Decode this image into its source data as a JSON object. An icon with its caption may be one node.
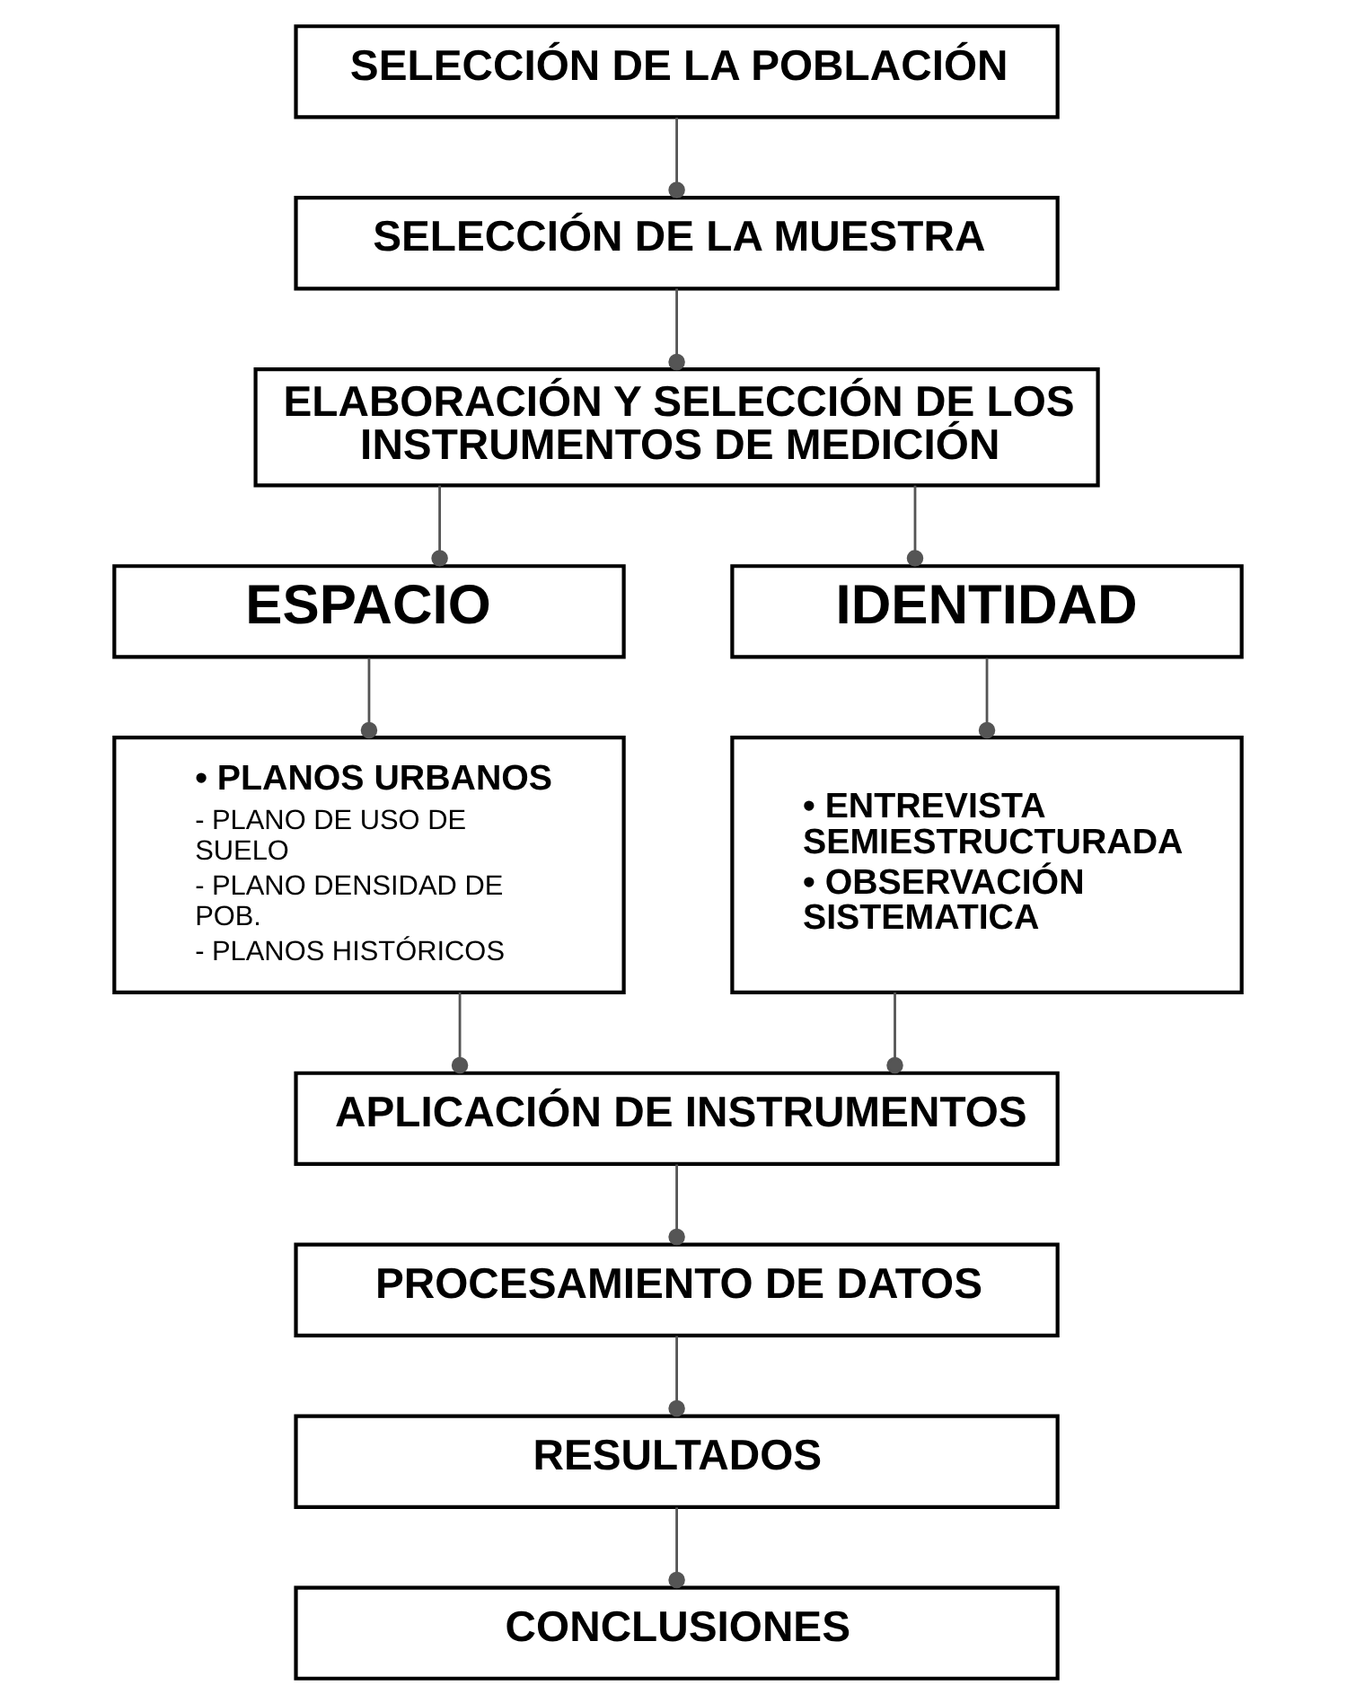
{
  "diagram": {
    "nodes": [
      {
        "text": [
          "SELECCIÓN DE LA POBLACIÓN"
        ]
      },
      {
        "text": [
          "SELECCIÓN DE LA MUESTRA"
        ]
      },
      {
        "text": [
          "ELABORACIÓN Y SELECCIÓN DE LOS INSTRUMENTOS DE MEDICIÓN"
        ]
      },
      {
        "text": [
          "ESPACIO"
        ]
      },
      {
        "text": [
          "IDENTIDAD"
        ]
      },
      {
        "text": [
          "• PLANOS URBANOS",
          "- PLANO DE USO DE SUELO",
          "- PLANO DENSIDAD DE POB.",
          "- PLANOS HISTÓRICOS"
        ]
      },
      {
        "text": [
          "• ENTREVISTA SEMIESTRUCTURADA",
          "• OBSERVACIÓN SISTEMATICA"
        ]
      },
      {
        "text": [
          "APLICACIÓN DE INSTRUMENTOS"
        ]
      },
      {
        "text": [
          "PROCESAMIENTO DE DATOS"
        ]
      },
      {
        "text": [
          "RESULTADOS"
        ]
      },
      {
        "text": [
          "CONCLUSIONES"
        ]
      }
    ],
    "edges": [
      {
        "from": 0,
        "to": 1,
        "arrow": "other"
      },
      {
        "from": 1,
        "to": 2,
        "arrow": "other"
      },
      {
        "from": 2,
        "to": 3,
        "arrow": "other"
      },
      {
        "from": 2,
        "to": 4,
        "arrow": "other"
      },
      {
        "from": 3,
        "to": 5,
        "arrow": "other"
      },
      {
        "from": 4,
        "to": 6,
        "arrow": "other"
      },
      {
        "from": 5,
        "to": 7,
        "arrow": "other"
      },
      {
        "from": 6,
        "to": 7,
        "arrow": "other"
      },
      {
        "from": 7,
        "to": 8,
        "arrow": "other"
      },
      {
        "from": 8,
        "to": 9,
        "arrow": "other"
      },
      {
        "from": 9,
        "to": 10,
        "arrow": "other"
      }
    ]
  }
}
